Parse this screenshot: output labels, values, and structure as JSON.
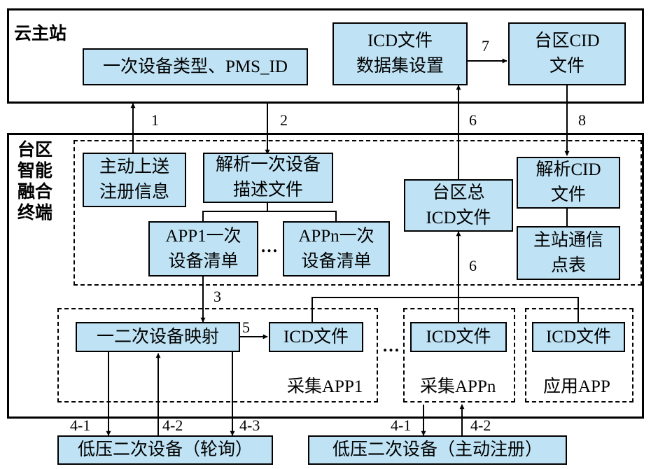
{
  "cloud_station": {
    "title": "云主站",
    "device_type_box": "一次设备类型、PMS_ID",
    "icd_dataset_box": "ICD文件\n数据集设置",
    "area_cid_box": "台区CID\n文件"
  },
  "terminal": {
    "title": "台区\n智能\n融合\n终端",
    "register_box": "主动上送\n注册信息",
    "parse_desc_box": "解析一次设备\n描述文件",
    "app1_list_box": "APP1一次\n设备清单",
    "ellipsis": "…",
    "appn_list_box": "APPn一次\n设备清单",
    "area_icd_box": "台区总\nICD文件",
    "parse_cid_box": "解析CID\n文件",
    "master_points_box": "主站通信\n点表"
  },
  "collect_app1": {
    "label": "采集APP1",
    "mapping_box": "一二次设备映射",
    "icd_box": "ICD文件"
  },
  "collect_appn": {
    "label": "采集APPn",
    "icd_box": "ICD文件"
  },
  "app_usage": {
    "label": "应用APP",
    "icd_box": "ICD文件"
  },
  "ellipsis_between": "…",
  "bottom": {
    "polling_box": "低压二次设备（轮询）",
    "active_register_box": "低压二次设备（主动注册）"
  },
  "arrow_labels": {
    "a1": "1",
    "a2": "2",
    "a3": "3",
    "a5": "5",
    "a6_upper": "6",
    "a6_lower": "6",
    "a7": "7",
    "a8": "8",
    "a4_1_left": "4-1",
    "a4_2_left": "4-2",
    "a4_3": "4-3",
    "a4_1_right": "4-1",
    "a4_2_right": "4-2"
  },
  "colors": {
    "box_fill": "#bfe3f5",
    "line": "#000000"
  }
}
